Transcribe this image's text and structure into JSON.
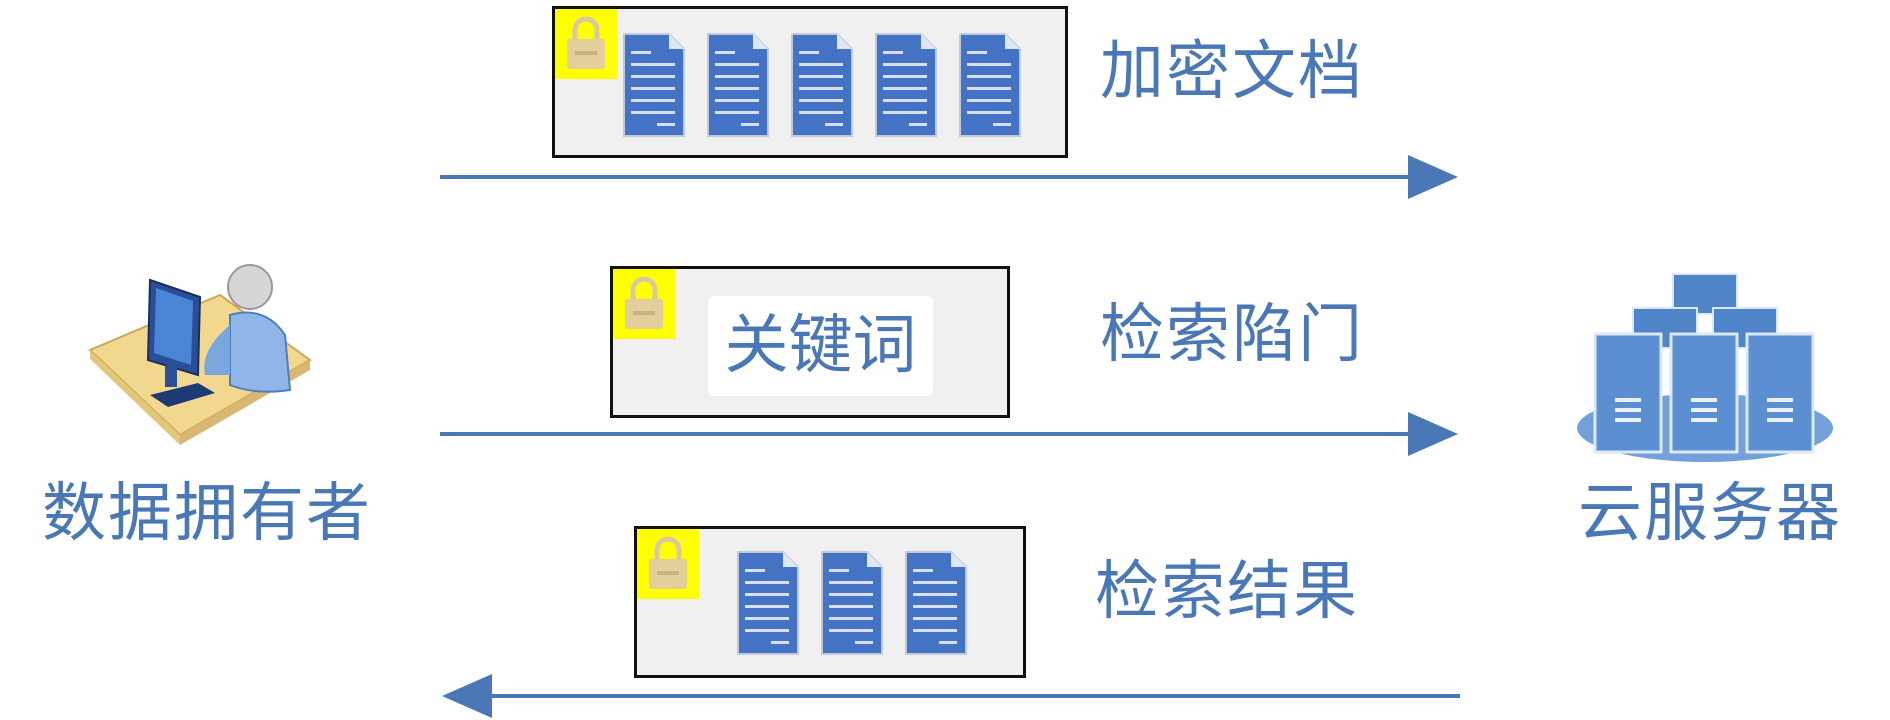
{
  "colors": {
    "accent": "#4a78b6",
    "lock": "#ffff00",
    "doc": "#4472c4"
  },
  "flows": [
    {
      "label": "加密文档",
      "direction": "right",
      "doc_count": 5,
      "locked": true
    },
    {
      "label": "检索陷门",
      "direction": "right",
      "keyword": "关键词",
      "locked": true
    },
    {
      "label": "检索结果",
      "direction": "left",
      "doc_count": 3,
      "locked": true
    }
  ],
  "actors": {
    "owner": {
      "label": "数据拥有者",
      "icon": "user-at-computer-icon"
    },
    "server": {
      "label": "云服务器",
      "icon": "server-cluster-icon"
    }
  }
}
